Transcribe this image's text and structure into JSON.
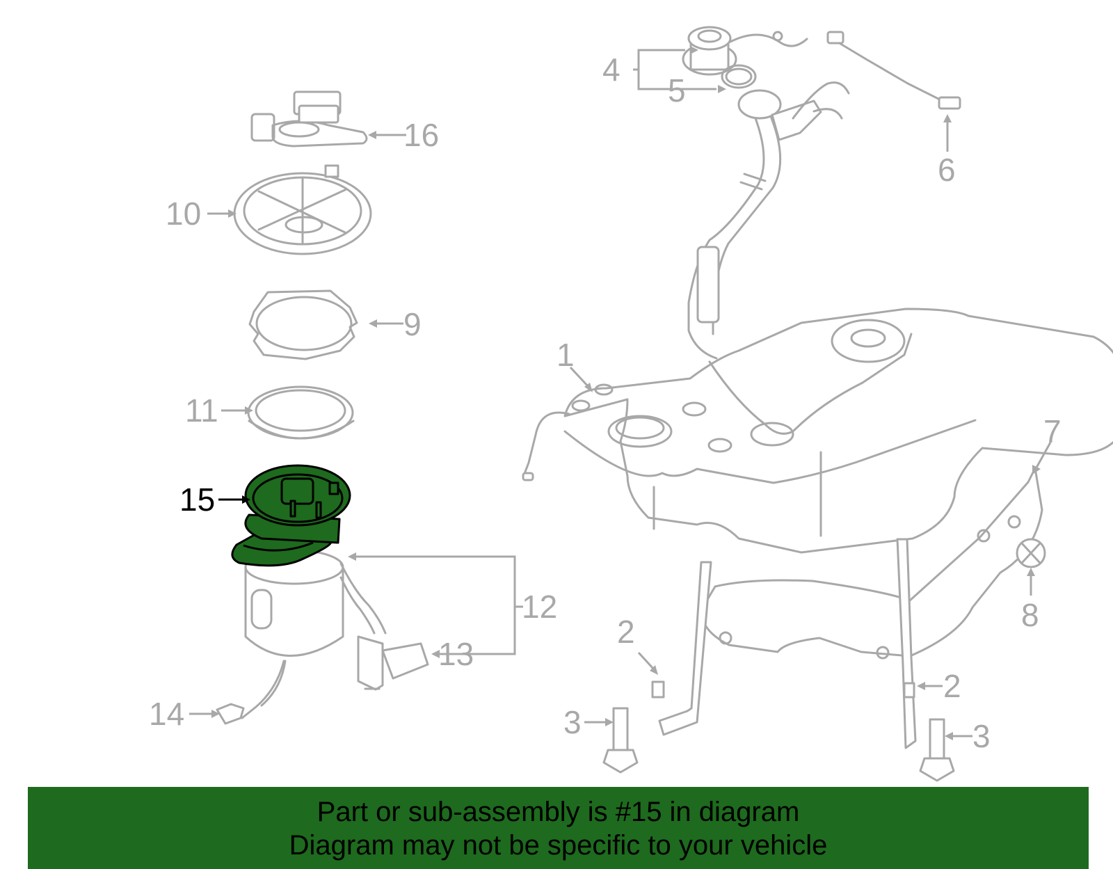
{
  "callouts": {
    "c1": "1",
    "c2a": "2",
    "c2b": "2",
    "c3a": "3",
    "c3b": "3",
    "c4": "4",
    "c5": "5",
    "c6": "6",
    "c7": "7",
    "c8": "8",
    "c9": "9",
    "c10": "10",
    "c11": "11",
    "c12": "12",
    "c13": "13",
    "c14": "14",
    "c15": "15",
    "c16": "16"
  },
  "highlight": {
    "part": "15",
    "color": "#1e6a1e"
  },
  "banner": {
    "line1": "Part or sub-assembly is #15 in diagram",
    "line2": "Diagram may not be specific to your vehicle",
    "background": "#1e6a1e"
  }
}
